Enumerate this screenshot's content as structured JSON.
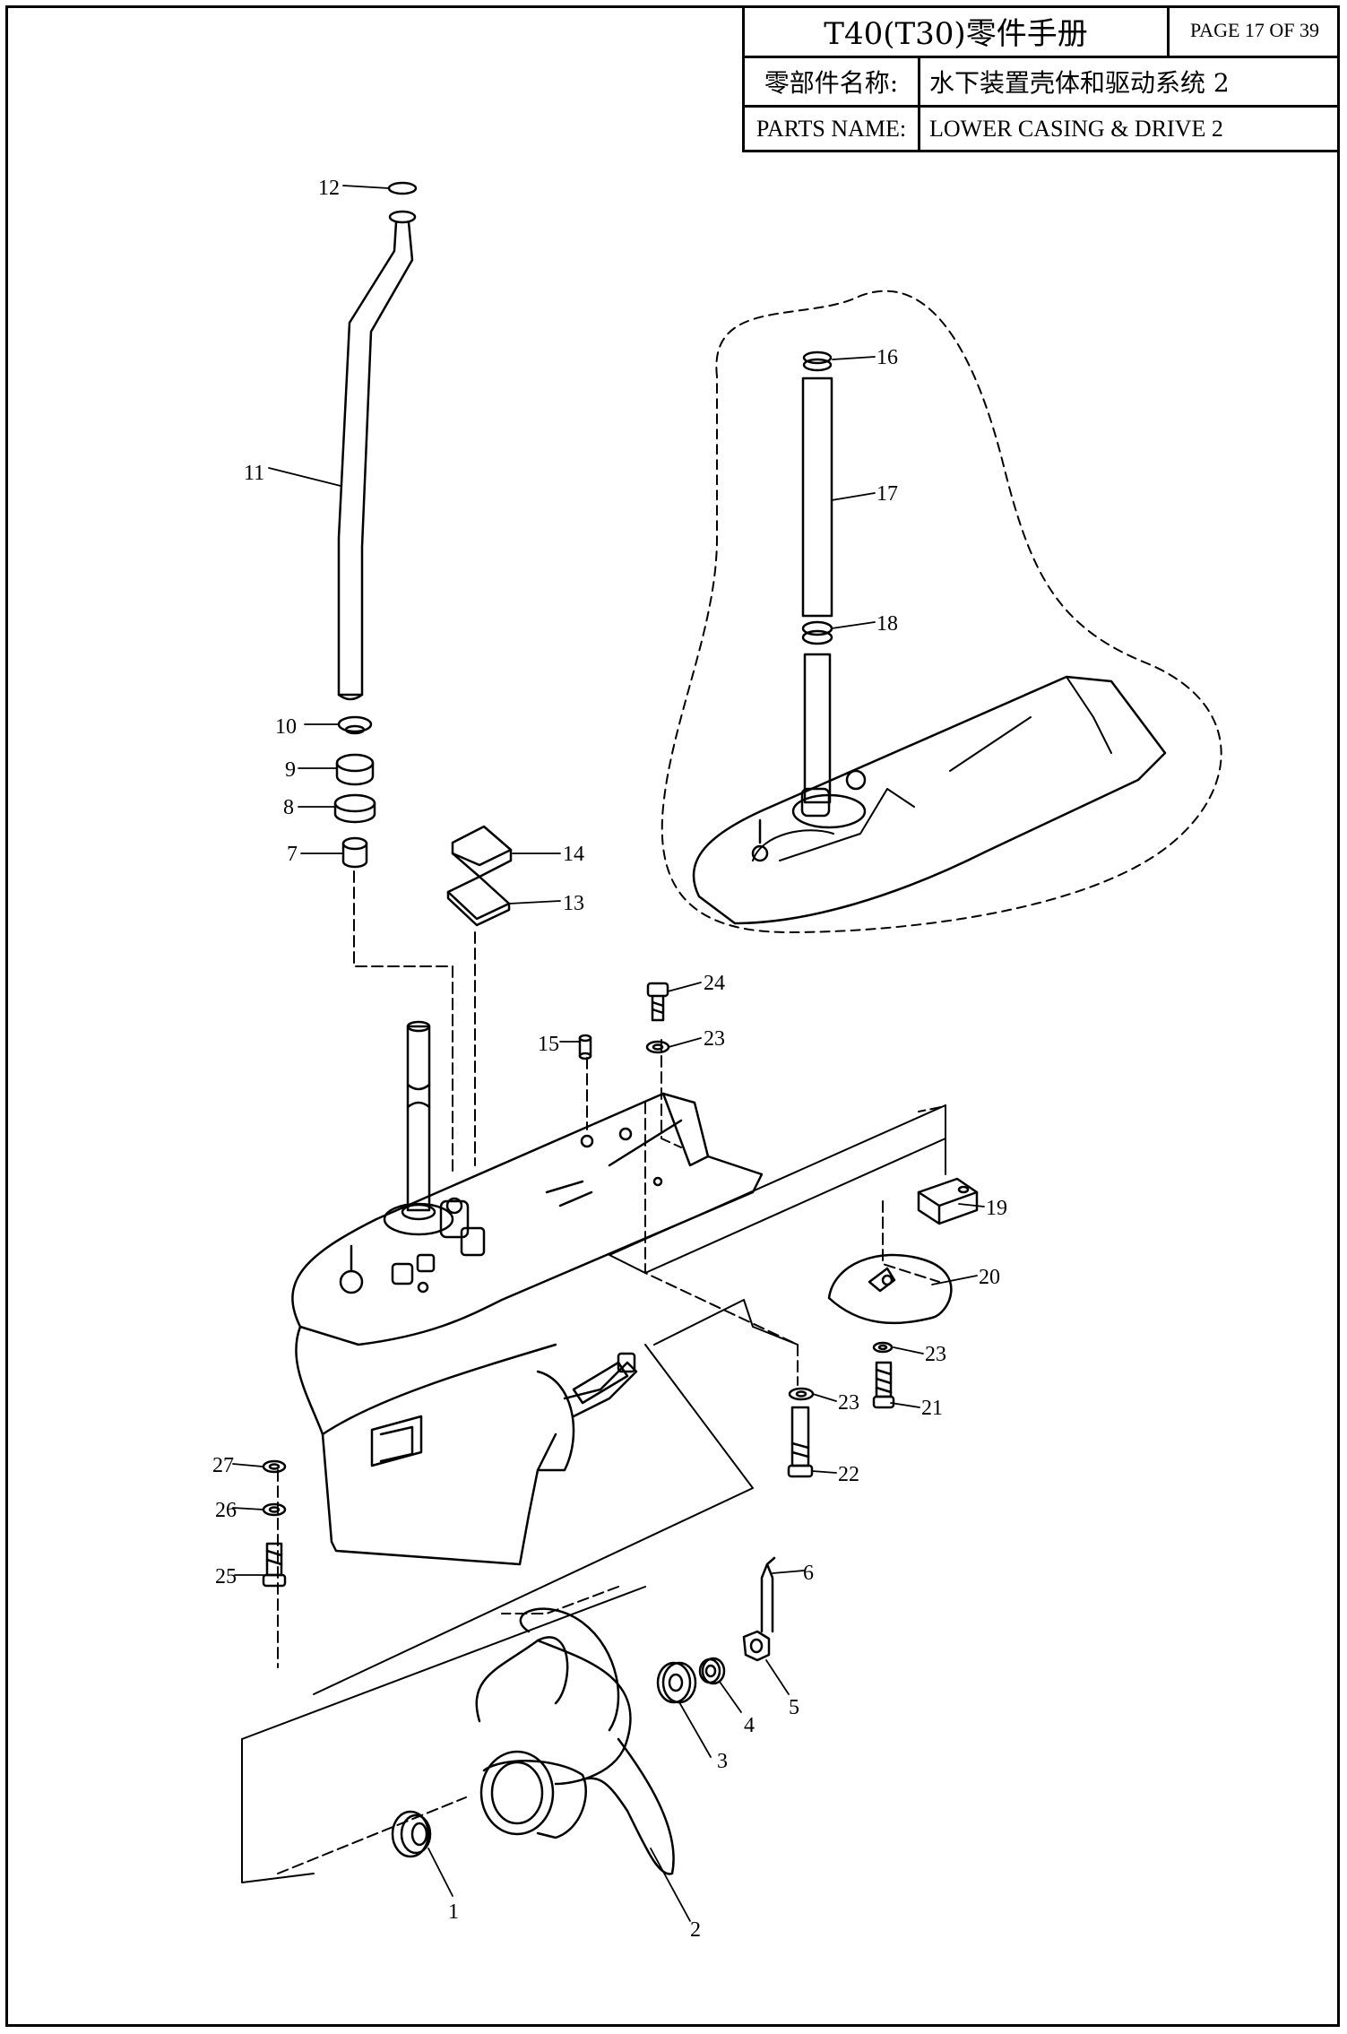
{
  "header": {
    "title": "T40(T30)零件手册",
    "page": "PAGE 17 OF 39",
    "name_label_cn": "零部件名称:",
    "name_value_cn": "水下装置壳体和驱动系统 2",
    "name_label_en": "PARTS NAME:",
    "name_value_en": "LOWER CASING & DRIVE 2"
  },
  "callouts": {
    "n1": "1",
    "n2": "2",
    "n3": "3",
    "n4": "4",
    "n5": "5",
    "n6": "6",
    "n7": "7",
    "n8": "8",
    "n9": "9",
    "n10": "10",
    "n11": "11",
    "n12": "12",
    "n13": "13",
    "n14": "14",
    "n15": "15",
    "n16": "16",
    "n17": "17",
    "n18": "18",
    "n19": "19",
    "n20": "20",
    "n21": "21",
    "n22": "22",
    "n23a": "23",
    "n23b": "23",
    "n23c": "23",
    "n24": "24",
    "n25": "25",
    "n26": "26",
    "n27": "27"
  },
  "colors": {
    "line": "#000000",
    "paper": "#ffffff"
  }
}
